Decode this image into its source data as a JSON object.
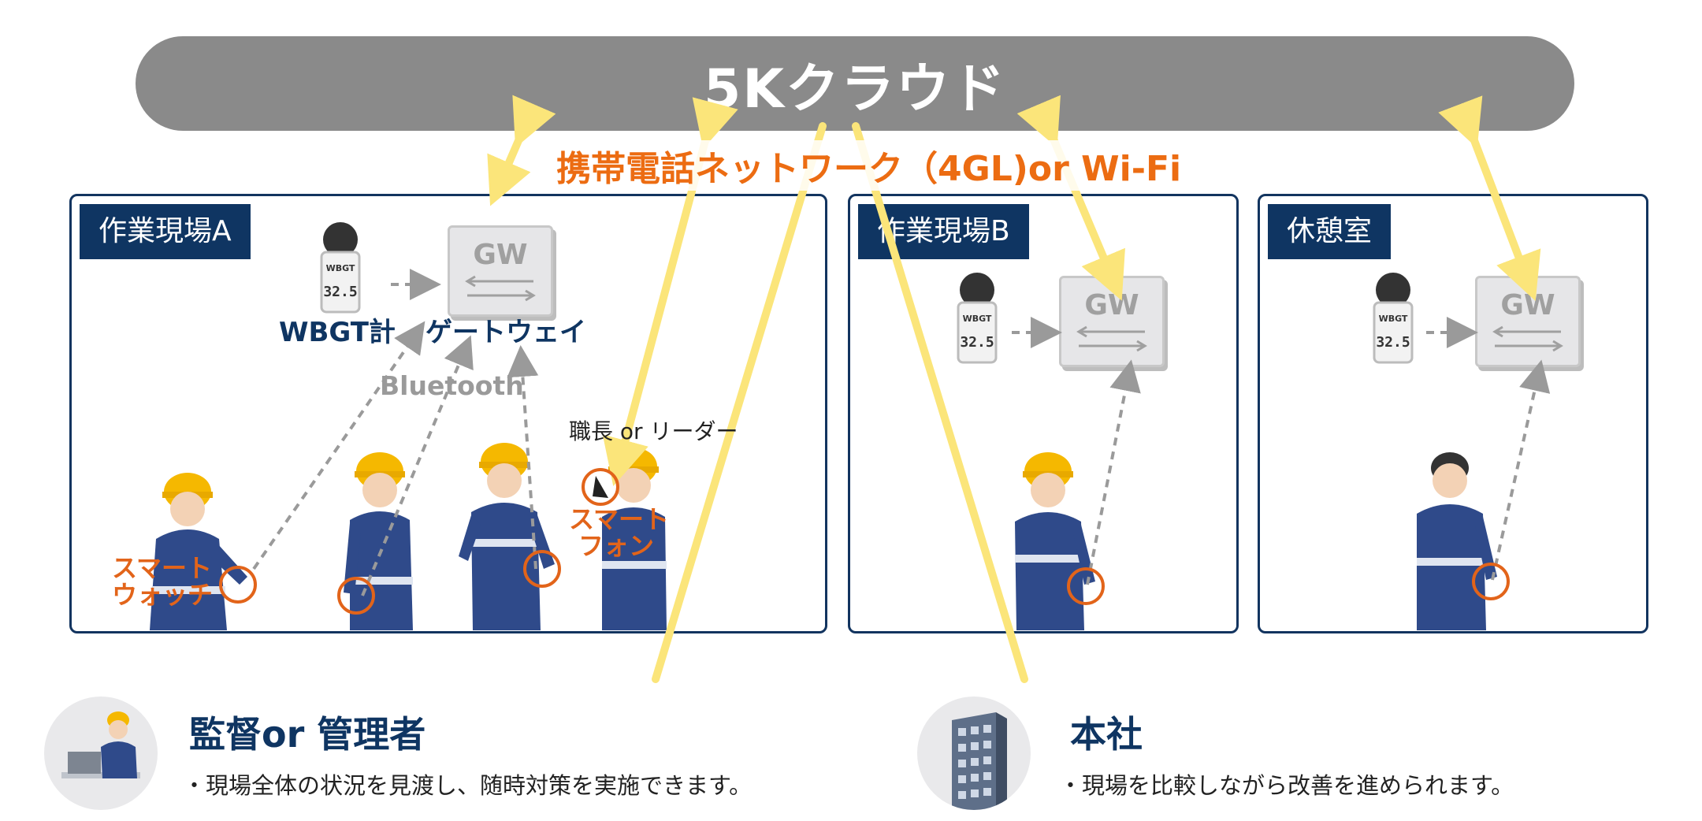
{
  "cloud": {
    "label": "5Kクラウド"
  },
  "network": {
    "label": "携帯電話ネットワーク（4GL)or Wi-Fi"
  },
  "sites": {
    "a": {
      "tag": "作業現場A",
      "wbgt_label": "WBGT計",
      "gateway_label": "ゲートウェイ",
      "bluetooth_label": "Bluetooth",
      "leader_label": "職長 or リーダー",
      "smartwatch_label_1": "スマート",
      "smartwatch_label_2": "ウォッチ",
      "smartphone_label_1": "スマート",
      "smartphone_label_2": "フォン"
    },
    "b": {
      "tag": "作業現場B"
    },
    "rest": {
      "tag": "休憩室"
    }
  },
  "device": {
    "gw_text": "GW",
    "wbgt_text": "WBGT",
    "wbgt_value": "32.5"
  },
  "footer": {
    "supervisor": {
      "title": "監督or 管理者",
      "desc": "・現場全体の状況を見渡し、随時対策を実施できます。"
    },
    "hq": {
      "title": "本社",
      "desc": "・現場を比較しながら改善を進められます。"
    }
  },
  "colors": {
    "navy": "#0f3562",
    "orange": "#e2641a",
    "cloud": "#8a8a8a",
    "link": "#fbe57a"
  }
}
